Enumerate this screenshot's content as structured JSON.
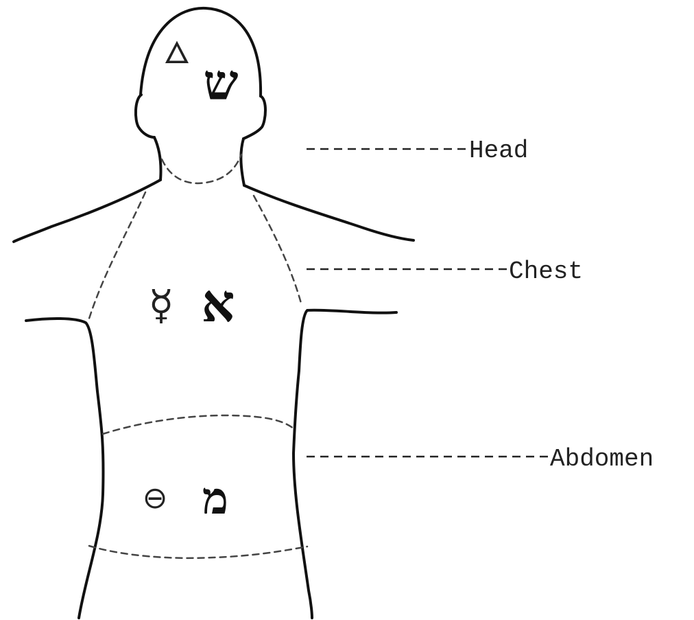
{
  "regions": [
    {
      "id": "head",
      "label": "Head",
      "planet_symbol": "🜂",
      "letter": "ש"
    },
    {
      "id": "chest",
      "label": "Chest",
      "planet_symbol": "☿",
      "letter": "א"
    },
    {
      "id": "abdomen",
      "label": "Abdomen",
      "planet_symbol": "⊖",
      "letter": "מ"
    }
  ],
  "colors": {
    "line": "#111111",
    "background": "#ffffff"
  }
}
